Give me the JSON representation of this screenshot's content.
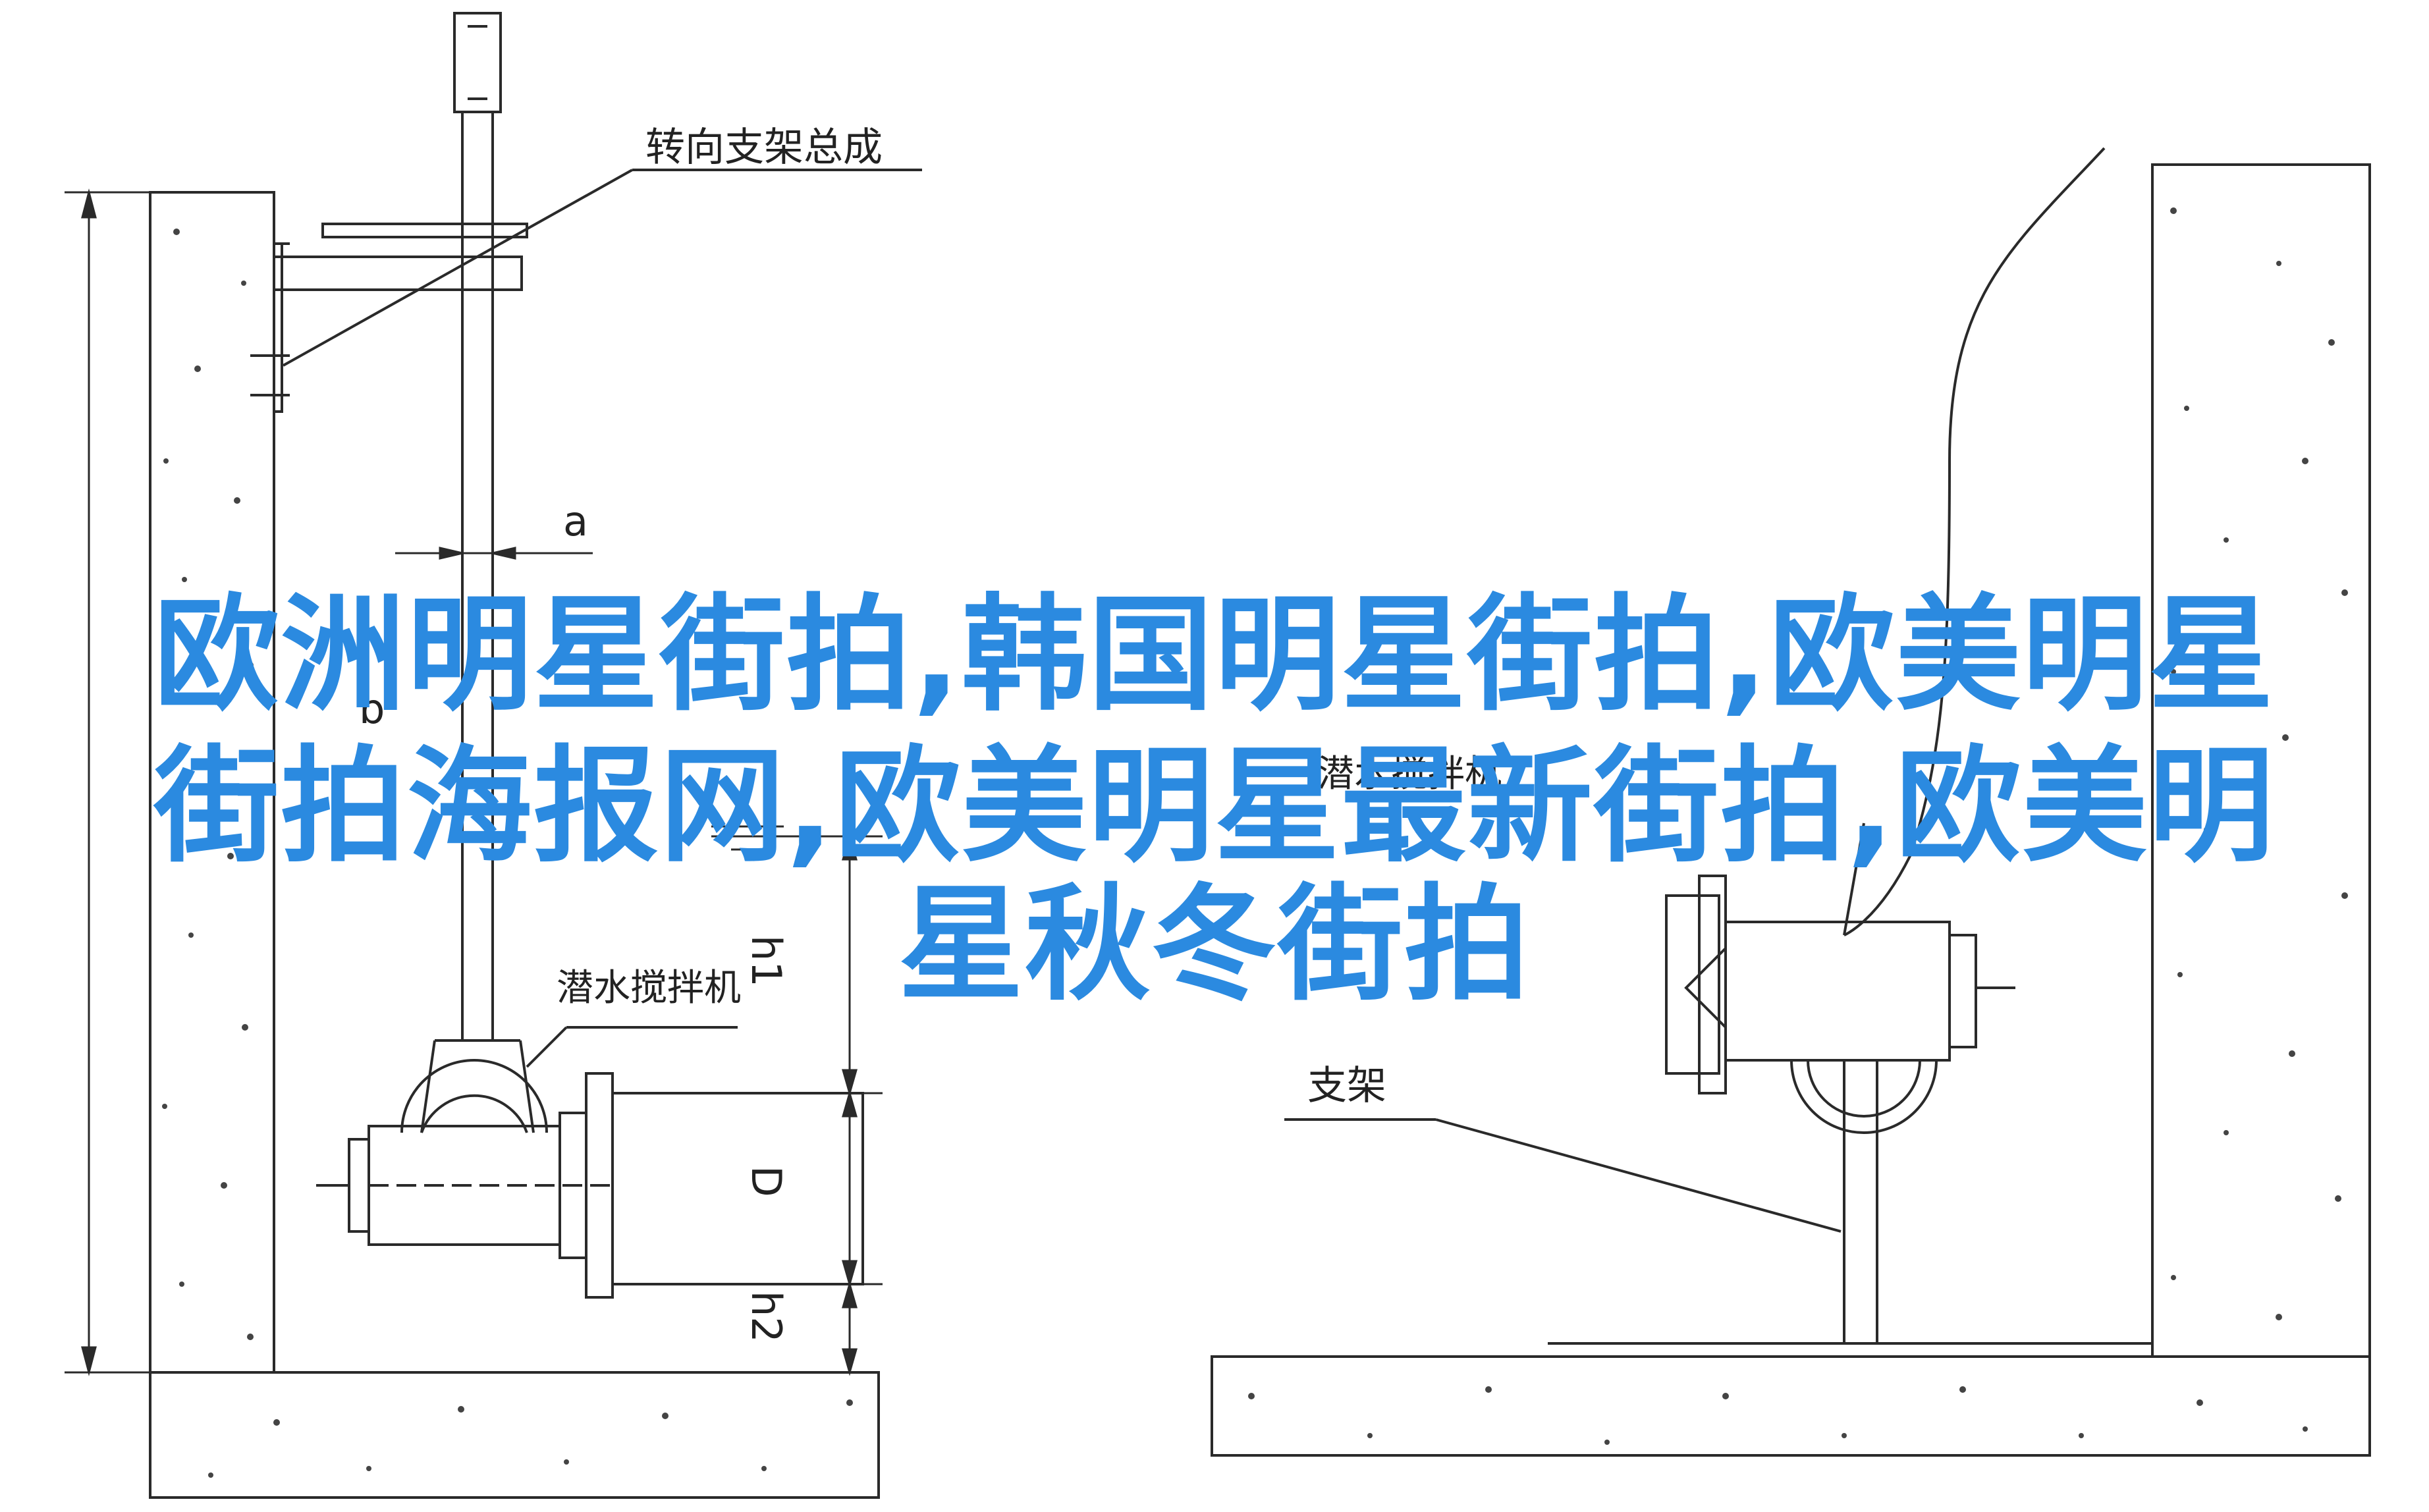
{
  "labels": {
    "turning_bracket": "转向支架总成",
    "dim_a": "a",
    "dim_b": "b",
    "mixer_left": "潜水搅拌机",
    "mixer_right": "潜水搅拌机",
    "dim_h1": "h1",
    "dim_D": "D",
    "dim_h2": "h2",
    "support": "支架"
  },
  "overlay_text": {
    "line1": "欧洲明星街拍,韩国明星街拍,欧美明星",
    "line2": "街拍海报网,欧美明星最新街拍,欧美明",
    "line3": "星秋冬街拍"
  },
  "colors": {
    "overlay": "#2b8ae0",
    "ink": "#2a2a2a",
    "background": "#ffffff"
  }
}
